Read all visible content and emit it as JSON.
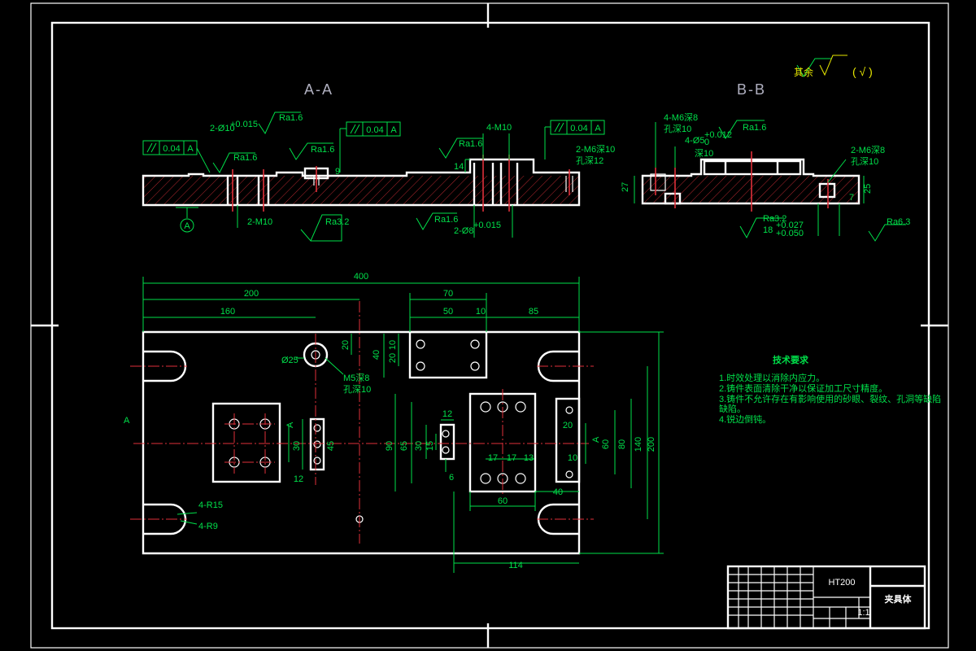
{
  "colors": {
    "background": "#000000",
    "outline": "#ffffff",
    "dimension": "#00e04a",
    "centerline": "#e0303a",
    "section_title": "#b0b0c0"
  },
  "section_titles": {
    "aa": "A-A",
    "bb": "B-B"
  },
  "surface_note": {
    "prefix": "其余",
    "suffix": "( √ )"
  },
  "gdt": {
    "frame1_tol": "0.04",
    "frame1_ref": "A",
    "frame2_tol": "0.04",
    "frame2_ref": "A",
    "frame3_tol": "0.04",
    "frame3_ref": "A"
  },
  "datum_label": "A",
  "aa_labels": {
    "hole_2_10": "2-Ø10",
    "hole_2_10_tol": "+0.015",
    "hole_2_10_tol2": "0",
    "ra1": "Ra1.6",
    "ra2": "Ra1.6",
    "ra3": "Ra1.6",
    "ra4": "Ra1.6",
    "ra5": "Ra1.6",
    "ra32": "Ra3.2",
    "m10_4": "4-M10",
    "m6_2": "2-M6深10",
    "m6_2b": "孔深12",
    "m10_2": "2-M10",
    "hole_2_8": "2-Ø8",
    "hole_2_8_tol": "+0.015",
    "dim14": "14",
    "dim9": "9"
  },
  "bb_labels": {
    "m6_4": "4-M6深8",
    "m6_4b": "孔深10",
    "hole_4_5": "4-Ø5",
    "hole_4_5_tol": "+0.012",
    "hole_4_5_tol2": "0",
    "depth10": "深10",
    "ra16": "Ra1.6",
    "m6_2": "2-M6深8",
    "m6_2b": "孔深10",
    "ra32": "Ra3.2",
    "ra63": "Ra6.3",
    "dim27": "27",
    "dim25": "25",
    "dim7": "7",
    "dim18": "18",
    "dim18_tol": "+0.027",
    "dim18_tol2": "+0.050"
  },
  "plan_dims": {
    "d400": "400",
    "d200": "200",
    "d160": "160",
    "d70": "70",
    "d50": "50",
    "d10": "10",
    "d85": "85",
    "d20a": "20",
    "d10b": "10",
    "d20b": "20",
    "d40": "40",
    "d25": "Ø25",
    "m5": "M5深8",
    "m5b": "孔深10",
    "a_left": "A",
    "a_mid": "A",
    "a_right": "A",
    "d30": "30",
    "d45": "45",
    "d12": "12",
    "d90": "90",
    "d65": "65",
    "d30b": "30",
    "d15": "15",
    "d12b": "12",
    "d6": "6",
    "d17a": "17",
    "d17b": "17",
    "d13": "13",
    "d60": "60",
    "d60b": "60",
    "d40b": "40",
    "d20c": "20",
    "d80": "80",
    "d10c": "10",
    "d140": "140",
    "d200b": "200",
    "d114": "114",
    "r15": "4-R15",
    "r9": "4-R9"
  },
  "tech_requirements": {
    "title": "技术要求",
    "items": [
      "1.时效处理以消除内应力。",
      "2.铸件表面清除干净以保证加工尺寸精度。",
      "3.铸件不允许存在有影响使用的砂眼、裂纹、孔洞等缺陷",
      "缺陷。",
      "4.锐边倒钝。"
    ]
  },
  "title_block": {
    "material": "HT200",
    "part_name": "夹具体",
    "scale": "1:1"
  }
}
